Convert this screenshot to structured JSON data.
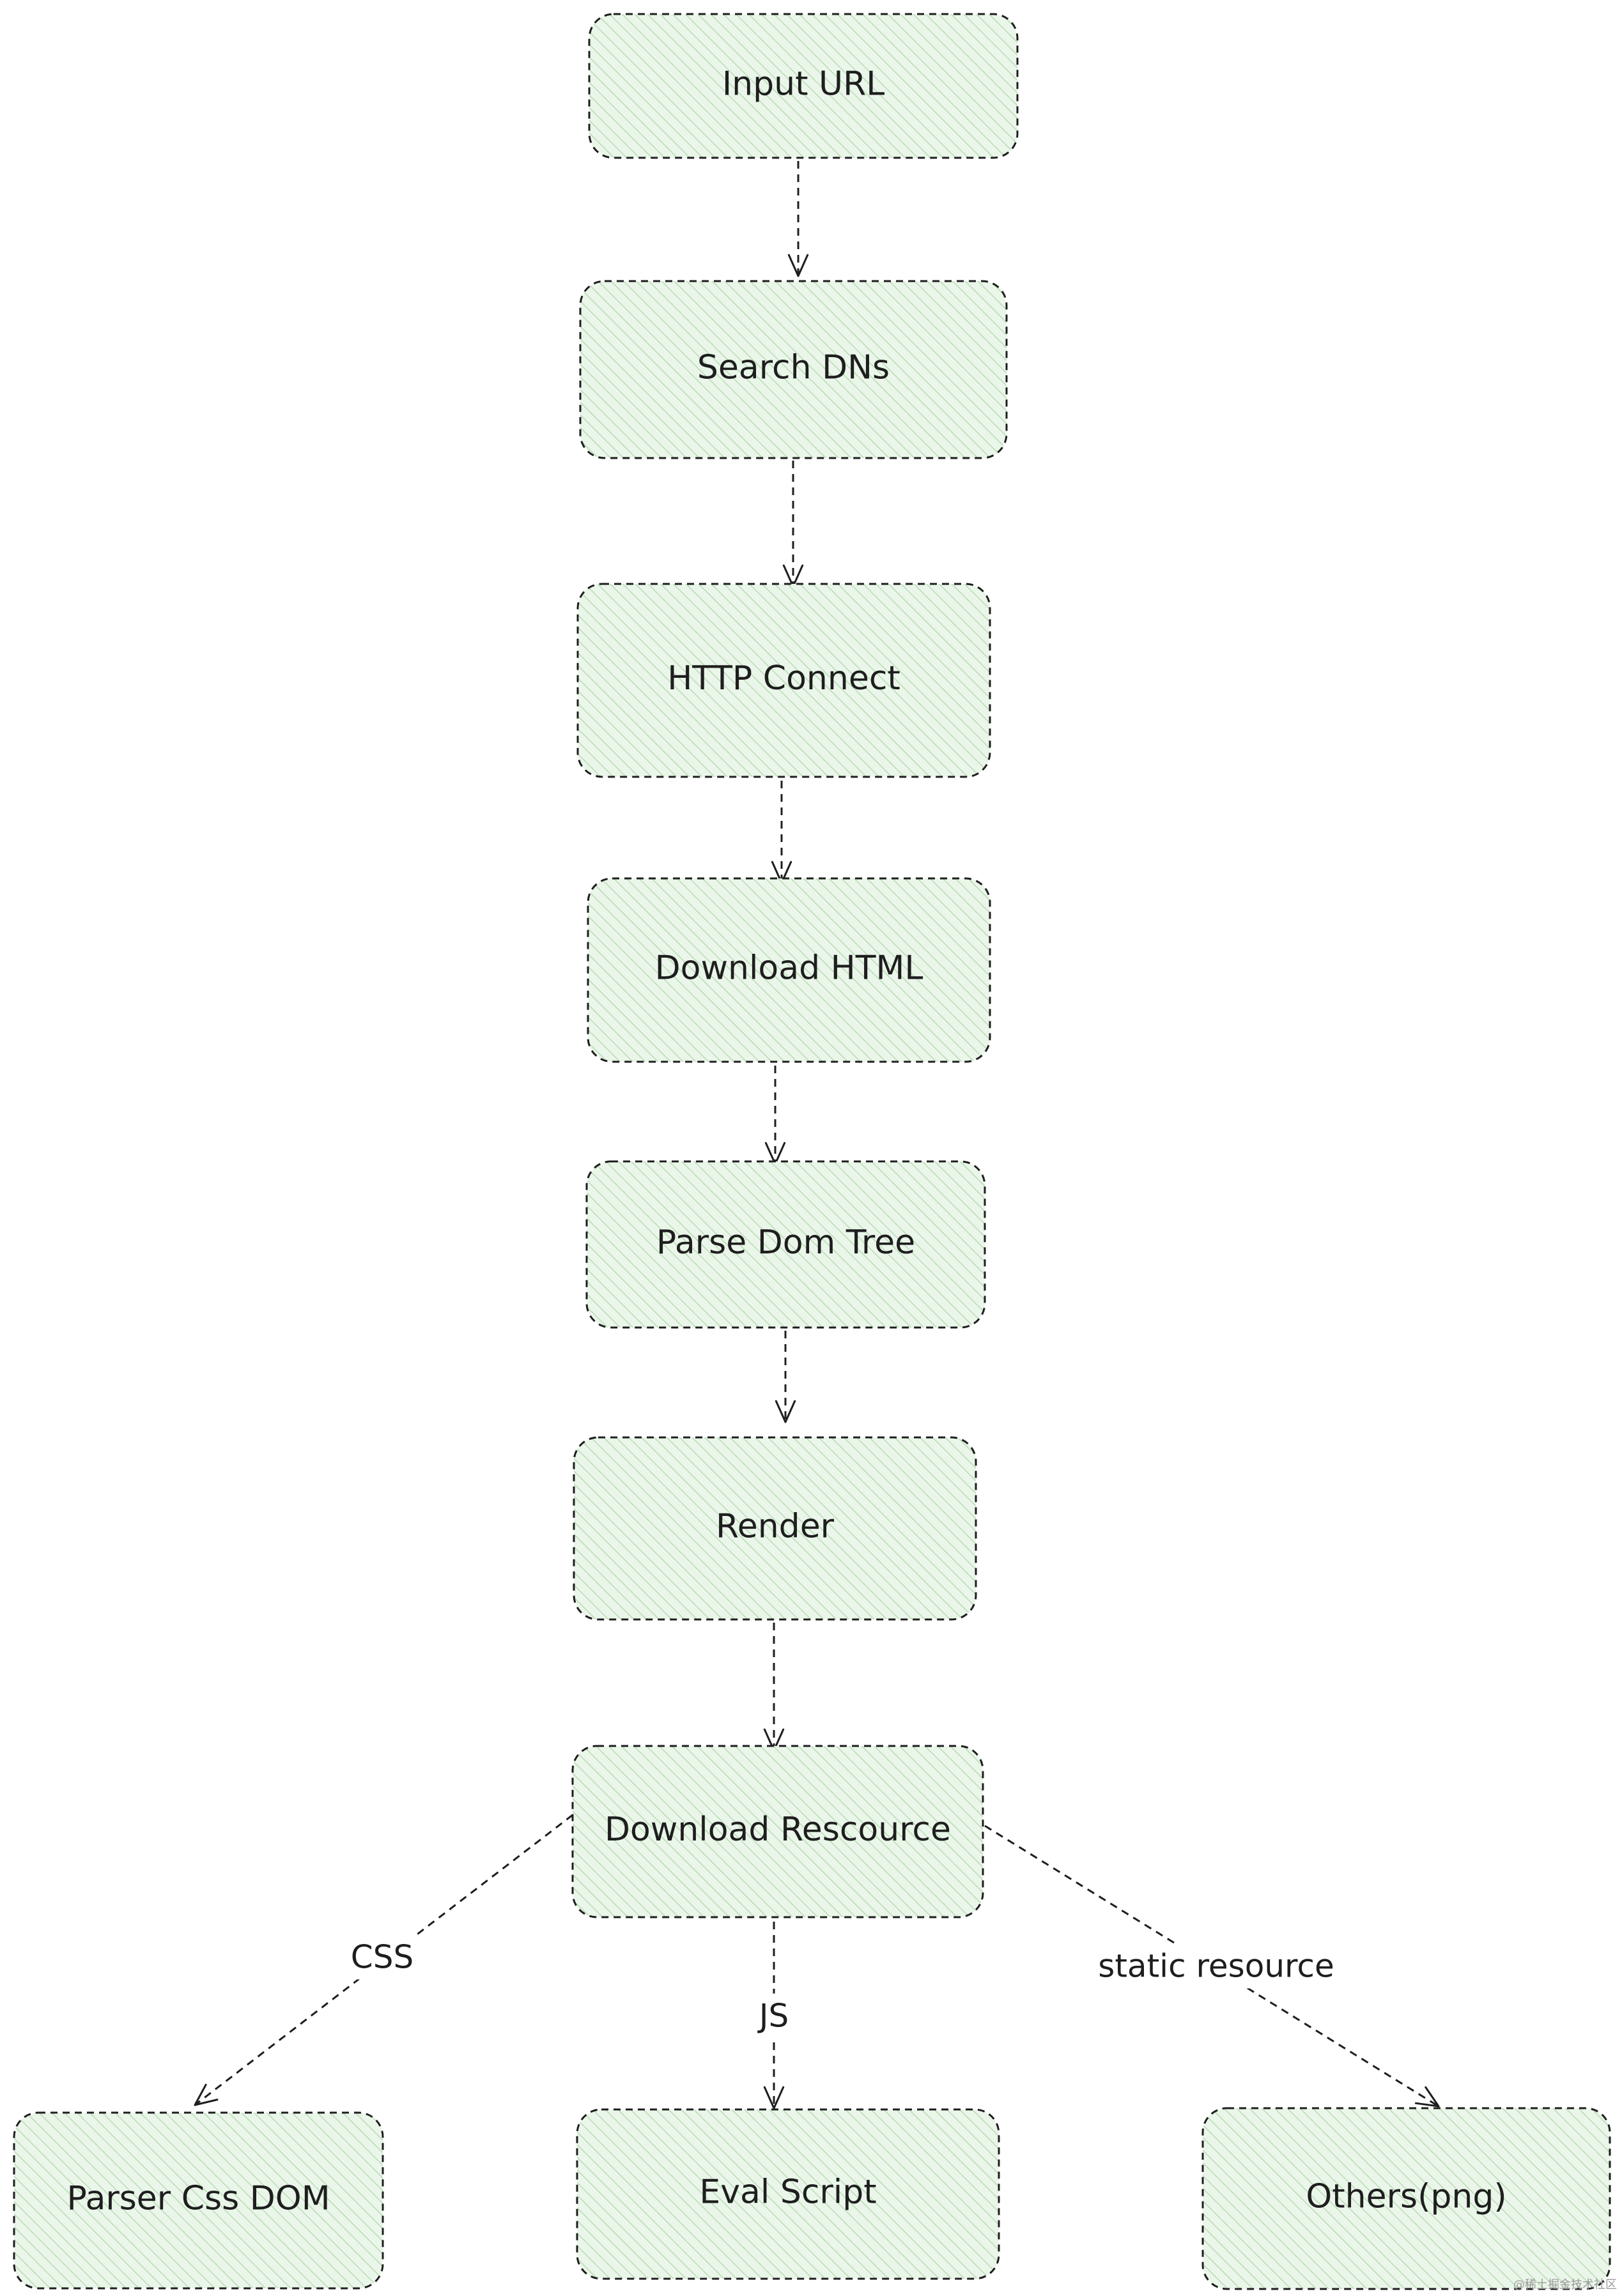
{
  "colors": {
    "stroke": "#1e1e1e",
    "fill": "#ebf6ea",
    "hatch": "#b8dcb4"
  },
  "nodes": [
    {
      "id": "input-url",
      "label": "Input URL"
    },
    {
      "id": "search-dns",
      "label": "Search DNs"
    },
    {
      "id": "http-connect",
      "label": "HTTP Connect"
    },
    {
      "id": "download-html",
      "label": "Download HTML"
    },
    {
      "id": "parse-dom-tree",
      "label": "Parse Dom Tree"
    },
    {
      "id": "render",
      "label": "Render"
    },
    {
      "id": "download-rescource",
      "label": "Download Rescource"
    },
    {
      "id": "parser-css-dom",
      "label": "Parser Css DOM"
    },
    {
      "id": "eval-script",
      "label": "Eval Script"
    },
    {
      "id": "others-png",
      "label": "Others(png)"
    }
  ],
  "edges": [
    {
      "from": "input-url",
      "to": "search-dns",
      "label": ""
    },
    {
      "from": "search-dns",
      "to": "http-connect",
      "label": ""
    },
    {
      "from": "http-connect",
      "to": "download-html",
      "label": ""
    },
    {
      "from": "download-html",
      "to": "parse-dom-tree",
      "label": ""
    },
    {
      "from": "parse-dom-tree",
      "to": "render",
      "label": ""
    },
    {
      "from": "render",
      "to": "download-rescource",
      "label": ""
    },
    {
      "from": "download-rescource",
      "to": "parser-css-dom",
      "label": "CSS"
    },
    {
      "from": "download-rescource",
      "to": "eval-script",
      "label": "JS"
    },
    {
      "from": "download-rescource",
      "to": "others-png",
      "label": "static resource"
    }
  ],
  "watermark": "@稀土掘金技术社区"
}
